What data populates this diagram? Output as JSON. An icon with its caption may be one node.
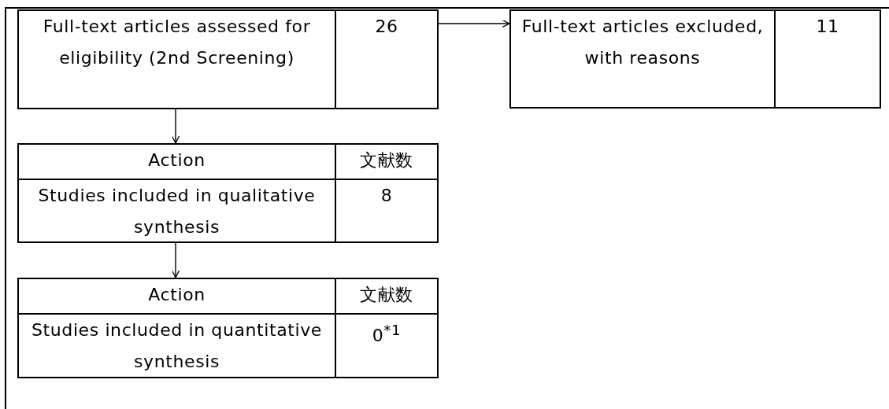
{
  "diagram": {
    "nodes": [
      {
        "text": [
          "Full-text articles assessed for eligibility (2nd Screening)",
          "26"
        ]
      },
      {
        "text": [
          "Full-text articles excluded, with reasons",
          "11"
        ]
      },
      {
        "text": [
          "Action",
          "文献数",
          "Studies included in qualitative synthesis",
          "8"
        ]
      },
      {
        "text": [
          "Action",
          "文献数",
          "Studies included in quantitative synthesis",
          "0$^{*1}$"
        ]
      }
    ],
    "edges": [
      {
        "from": 0,
        "to": 1,
        "arrow": "to"
      },
      {
        "from": 0,
        "to": 2,
        "arrow": "to"
      },
      {
        "from": 2,
        "to": 3,
        "arrow": "to"
      }
    ]
  }
}
